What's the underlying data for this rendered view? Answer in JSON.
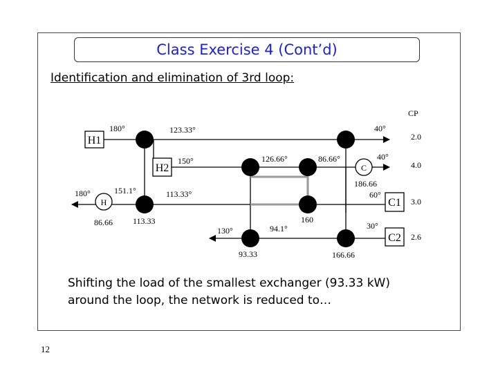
{
  "slide": {
    "title": "Class Exercise 4 (Cont’d)",
    "subtitle": "Identification and elimination of 3rd loop:",
    "caption_line1": "Shifting the load of the smallest exchanger (93.33 kW)",
    "caption_line2": "around the loop, the network is reduced to…",
    "page_number": "12"
  },
  "diagram": {
    "cp_header": "CP",
    "streams": {
      "H1": {
        "label": "H1",
        "cp": "2.0",
        "t_in": "180°",
        "t_mid": "123.33°",
        "t_out": "40°"
      },
      "H2": {
        "label": "H2",
        "cp": "4.0",
        "t_in": "150°",
        "t_mid1": "126.66°",
        "t_mid2": "86.66°",
        "t_out": "40°"
      },
      "C1": {
        "label": "C1",
        "cp": "3.0",
        "t_in": "60°",
        "t_mid": "113.33°",
        "t_mid2": "151.1°",
        "t_out": "180°"
      },
      "C2": {
        "label": "C2",
        "cp": "2.6",
        "t_in": "30°",
        "t_mid": "94.1°",
        "t_out": "130°"
      }
    },
    "utilities": {
      "cooler": "C",
      "heater": "H"
    },
    "loads": {
      "heater": "86.66",
      "cooler": "186.66",
      "h1_c1": "113.33",
      "h2_c2": "93.33",
      "h2_c1": "160",
      "h1_c2": "166.66"
    }
  }
}
